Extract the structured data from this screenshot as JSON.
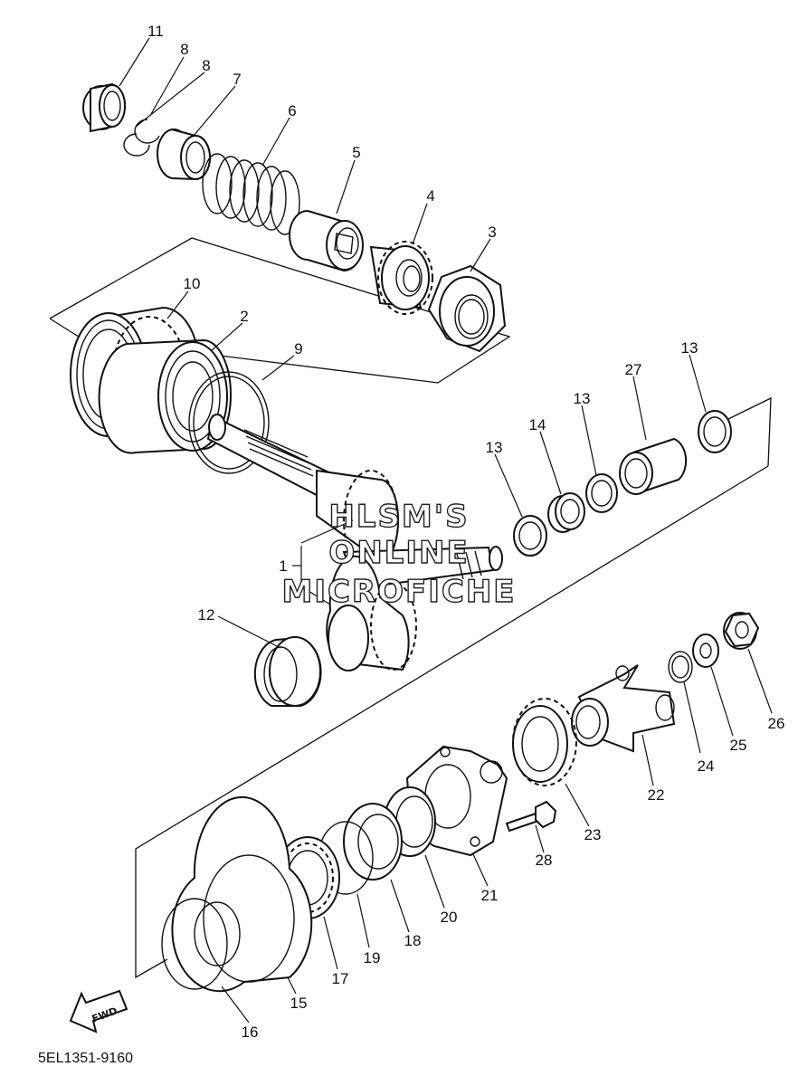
{
  "diagram_code": "5EL1351-9160",
  "fwd_label": "FWD",
  "watermark": [
    "HLSM'S",
    "ONLINE",
    "MICROFICHE"
  ],
  "callouts": [
    "11",
    "8",
    "8",
    "7",
    "6",
    "5",
    "4",
    "3",
    "10",
    "2",
    "9",
    "13",
    "27",
    "13",
    "14",
    "13",
    "1",
    "12",
    "24",
    "25",
    "26",
    "22",
    "23",
    "28",
    "21",
    "20",
    "18",
    "19",
    "17",
    "15",
    "16"
  ]
}
